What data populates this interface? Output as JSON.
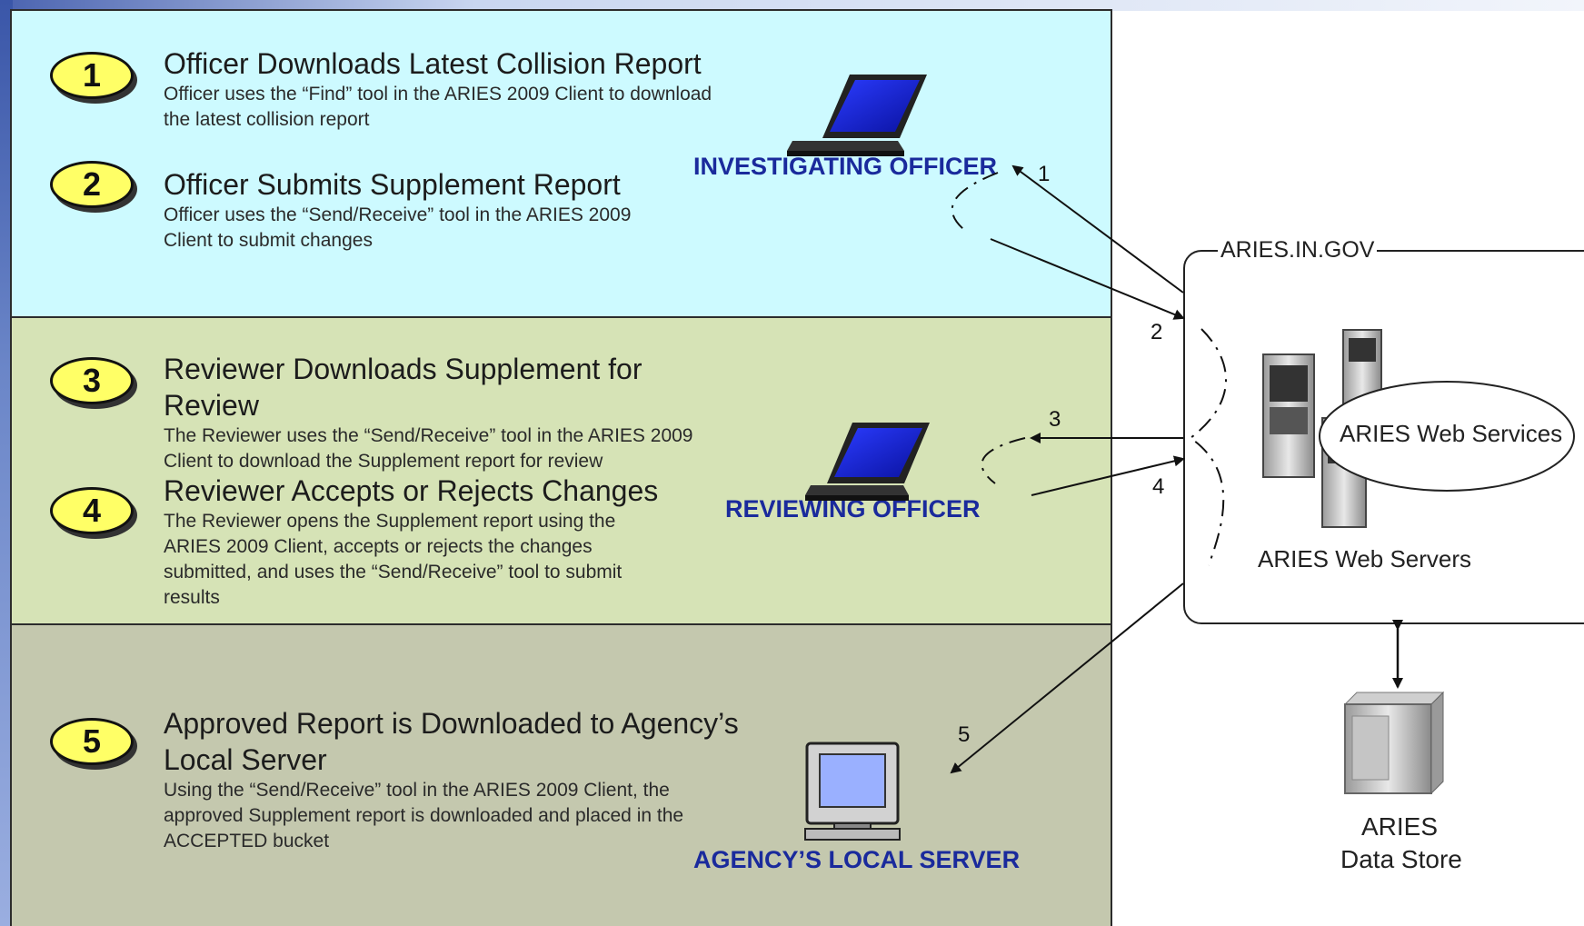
{
  "steps": [
    {
      "num": "1",
      "title": "Officer Downloads Latest Collision Report",
      "desc": "Officer uses the “Find” tool in the ARIES 2009 Client to download the latest collision report"
    },
    {
      "num": "2",
      "title": "Officer Submits Supplement Report",
      "desc": "Officer uses the “Send/Receive” tool in the ARIES 2009 Client to submit changes"
    },
    {
      "num": "3",
      "title": "Reviewer Downloads Supplement for Review",
      "desc": "The Reviewer uses the “Send/Receive” tool in the ARIES 2009 Client to download the Supplement report for review"
    },
    {
      "num": "4",
      "title": "Reviewer Accepts or Rejects Changes",
      "desc": "The Reviewer opens the Supplement report using the ARIES 2009 Client, accepts or rejects the changes submitted, and uses the “Send/Receive” tool to submit results"
    },
    {
      "num": "5",
      "title": "Approved Report is Downloaded to Agency’s Local Server",
      "desc": "Using the “Send/Receive” tool in the ARIES 2009 Client, the approved Supplement report is downloaded and placed in the ACCEPTED bucket"
    }
  ],
  "roles": {
    "investigating": "INVESTIGATING OFFICER",
    "reviewing": "REVIEWING OFFICER",
    "agency": "AGENCY’S LOCAL SERVER"
  },
  "server_box": {
    "label": "ARIES.IN.GOV",
    "services": "ARIES Web Services",
    "servers": "ARIES Web Servers"
  },
  "datastore": {
    "line1": "ARIES",
    "line2": "Data Store"
  },
  "arrow_labels": [
    "1",
    "2",
    "3",
    "4",
    "5"
  ],
  "colors": {
    "panel1": "#cdfaff",
    "panel2": "#d6e3b6",
    "panel3": "#c4c8ae",
    "badge": "#ffff66",
    "role_text": "#1a2a9c"
  }
}
